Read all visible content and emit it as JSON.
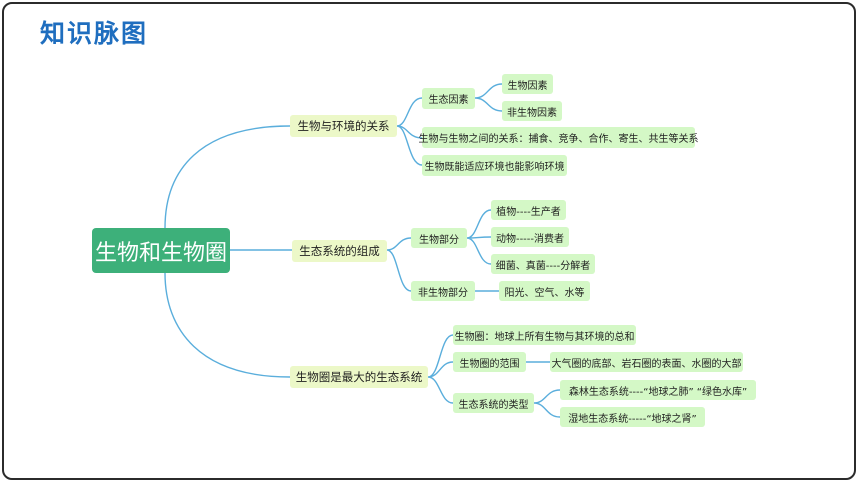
{
  "title": "知识脉图",
  "mindmap": {
    "root": "生物和生物圈",
    "branches": [
      {
        "label": "生物与环境的关系",
        "children": [
          {
            "label": "生态因素",
            "children": [
              "生物因素",
              "非生物因素"
            ]
          },
          {
            "label": "生物与生物之间的关系：捕食、竞争、合作、寄生、共生等关系"
          },
          {
            "label": "生物既能适应环境也能影响环境"
          }
        ]
      },
      {
        "label": "生态系统的组成",
        "children": [
          {
            "label": "生物部分",
            "children": [
              "植物----生产者",
              "动物-----消费者",
              "细菌、真菌----分解者"
            ]
          },
          {
            "label": "非生物部分",
            "children": [
              "阳光、空气、水等"
            ]
          }
        ]
      },
      {
        "label": "生物圈是最大的生态系统",
        "children": [
          {
            "label": "生物圈：地球上所有生物与其环境的总和"
          },
          {
            "label": "生物圈的范围",
            "children": [
              "大气圈的底部、岩石圈的表面、水圈的大部"
            ]
          },
          {
            "label": "生态系统的类型",
            "children": [
              "森林生态系统----“地球之肺” “绿色水库”",
              "湿地生态系统-----“地球之肾”"
            ]
          }
        ]
      }
    ]
  },
  "colors": {
    "title": "#1f6ebf",
    "root_fill": "#3db07a",
    "branch_fill": "#ecf8c8",
    "leaf_fill": "#d4f8c6",
    "connector": "#5aaedc"
  }
}
